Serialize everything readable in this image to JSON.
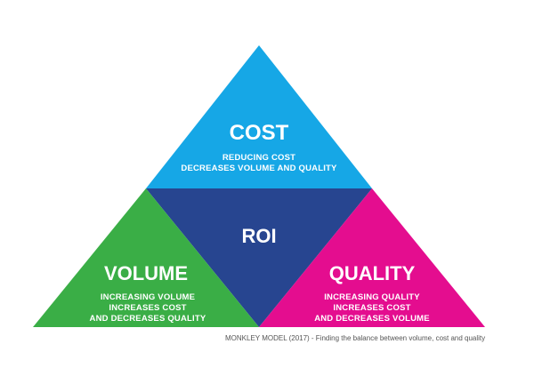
{
  "model": {
    "top": {
      "title": "COST",
      "lines": [
        "REDUCING COST",
        "DECREASES VOLUME AND QUALITY"
      ],
      "color": "#16a7e6"
    },
    "center": {
      "title": "ROI",
      "color": "#274590"
    },
    "left": {
      "title": "VOLUME",
      "lines": [
        "INCREASING VOLUME",
        "INCREASES COST",
        "AND DECREASES QUALITY"
      ],
      "color": "#3aae46"
    },
    "right": {
      "title": "QUALITY",
      "lines": [
        "INCREASING QUALITY",
        "INCREASES COST",
        "AND DECREASES VOLUME"
      ],
      "color": "#e40d8f"
    }
  },
  "caption": "MONKLEY MODEL (2017) - Finding the balance between volume, cost and quality"
}
